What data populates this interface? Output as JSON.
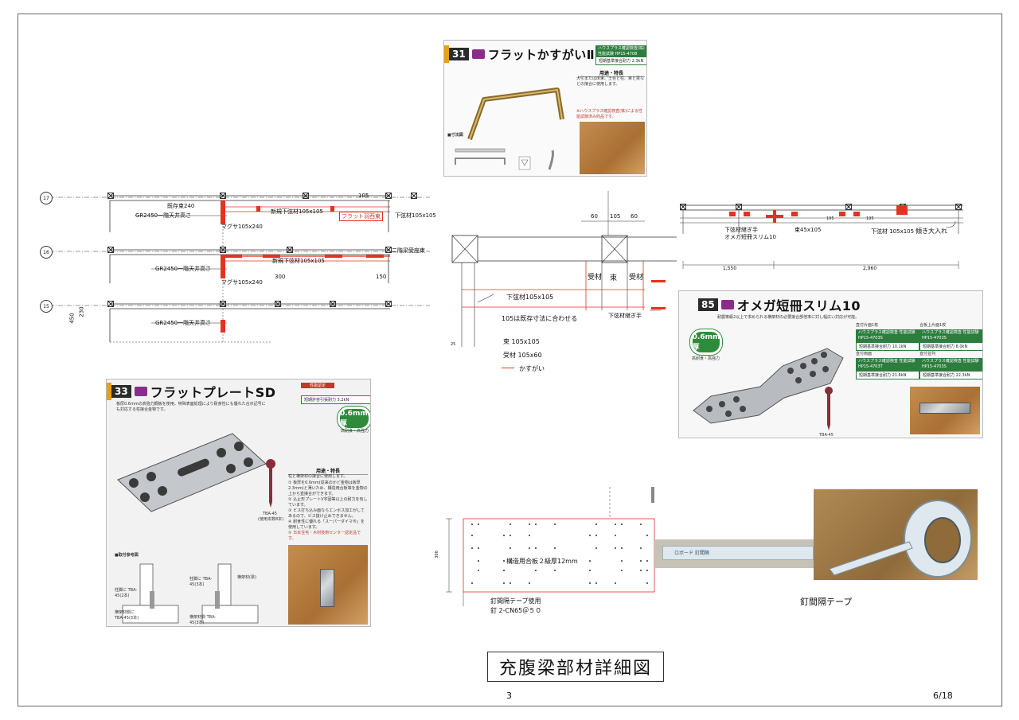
{
  "sheet": {
    "title": "充腹梁部材詳細図",
    "page_center": "3",
    "page_right": "6/18"
  },
  "catalog_31": {
    "number": "31",
    "name": "フラットかすがいⅡ",
    "spec_head": "ハウスプラス確認検査(株) 性能試験 HP15-4708",
    "spec_value": "短期基準接合耐力 2.3kN",
    "usage_title": "用途・特長",
    "usage_text": "大引または床束、土台と柱、束と梁などの接合に使用します。",
    "dim_label": "■寸法図",
    "red_note": "※ハウスプラス確認検査(株)による性能試験済み商品です。"
  },
  "catalog_85": {
    "number": "85",
    "name": "オメガ短冊スリム10",
    "intro": "耐震等級2以上で求められる横架材の必要接合部倍率に対し幅広い対応が可能。",
    "badge": "0.6mm厚",
    "badge_sub": "高耐食・高強力",
    "screw": "TBA-45",
    "specs": [
      {
        "group": "直付片面1枚",
        "head": "ハウスプラス確認検査 性能試験 HP15-4703S",
        "value": "短期基準接合耐力 10.1kN"
      },
      {
        "group": "合板上片面1枚",
        "head": "ハウスプラス確認検査 性能試験 HP15-4703S",
        "value": "短期基準接合耐力 8.0kN"
      },
      {
        "group": "直付両面",
        "head": "ハウスプラス確認検査 性能試験 HP15-4703T",
        "value": "短期基準接合耐力 21.6kN"
      },
      {
        "group": "直付並列",
        "head": "ハウスプラス確認検査 性能試験 HP15-4703S",
        "value": "短期基準接合耐力 22.3kN"
      }
    ]
  },
  "catalog_33": {
    "number": "33",
    "name": "フラットプレートSD",
    "spec_head": "性能認定",
    "spec_value": "短期許容引張耐力 5.2kN",
    "intro": "板厚0.6mmの高強力鋼板を使用。特殊表面処理により耐食性にも優れた合示記号にも対応する柱接合金物です。",
    "badge": "0.6mm厚",
    "badge_sub": "高耐食・高強力",
    "usage_title": "用途・特長",
    "usage_lines": [
      "柱と横架材の接合に使用します。",
      "① 板厚を0.6mm(従来のかど金物は板厚2.3mm)と薄いため、構造用合板等を金物の上から直接合ができます。",
      "② 込止形プレートV字因等以上の耐力を有しています。",
      "③ ビス打ち込み面ならエンボス加工がしてあるので、ビス抜け止めできません。",
      "④ 耐食性に優れる「スーパーダイマ®」を使用しています。",
      "⑤ 日本住宅・木材技術センター認定品です。"
    ],
    "screw": "TBA-45",
    "screw_sub": "(使用本数8本)",
    "install_label": "■取付参考図",
    "install_notes": [
      "柱脚に TBA-45(2本)",
      "横架材側に TBA-45(3本)",
      "柱脚に TBA-45(3本)",
      "横架材(梁)",
      "横架材側 TBA-45(3本)"
    ]
  },
  "drawing_left": {
    "axes": [
      "17",
      "16",
      "15"
    ],
    "row17": {
      "left": "既存束240",
      "mid": "新規下弦材105x105",
      "dim": "105",
      "note_red": "フラット羽西東",
      "right": "下弦材105x105",
      "floor": "GR2450一階天井高さ",
      "post": "マグサ105x240"
    },
    "row16": {
      "mid": "新規下弦材105x105",
      "right": "二階梁受座束",
      "floor": "GR2450一階天井高さ",
      "post": "マグサ105x240",
      "dim1": "300",
      "dim2": "150"
    },
    "row15": {
      "floor": "GR2450一階天井高さ",
      "dim": "450",
      "dim2": "230"
    }
  },
  "drawing_center": {
    "dims": [
      "60",
      "105",
      "60"
    ],
    "labels": [
      "受材",
      "束",
      "受材"
    ],
    "chord": "下弦材105x105",
    "note": "105は既存寸法に合わせる",
    "joint": "下弦材継ぎ手",
    "legend": [
      {
        "text": "束 105x105",
        "kind": "plain"
      },
      {
        "text": "受材 105x60",
        "kind": "plain"
      },
      {
        "text": "かすがい",
        "kind": "red"
      }
    ],
    "side_dim": "25"
  },
  "drawing_right": {
    "joint_label": "下弦材継ぎ手",
    "joint_metal": "オメガ短冊スリム10",
    "post": "束45x105",
    "chord": "下弦材 105x105",
    "notch": "傾き大入れ",
    "dims": [
      "1,550",
      "2,960"
    ],
    "small": [
      "105",
      "195"
    ]
  },
  "drawing_bottom": {
    "panel": "構造用合板２級厚12mm",
    "tape": "釘間隔テープ使用",
    "nail": "釘 2-CN65＠５０",
    "height": "300",
    "tape_label": "釘間隔テープ",
    "tape_print": "ロボード 釘間隔"
  },
  "colors": {
    "red": "#e53122",
    "green": "#2d7d3e",
    "purple": "#8a2d8a"
  }
}
